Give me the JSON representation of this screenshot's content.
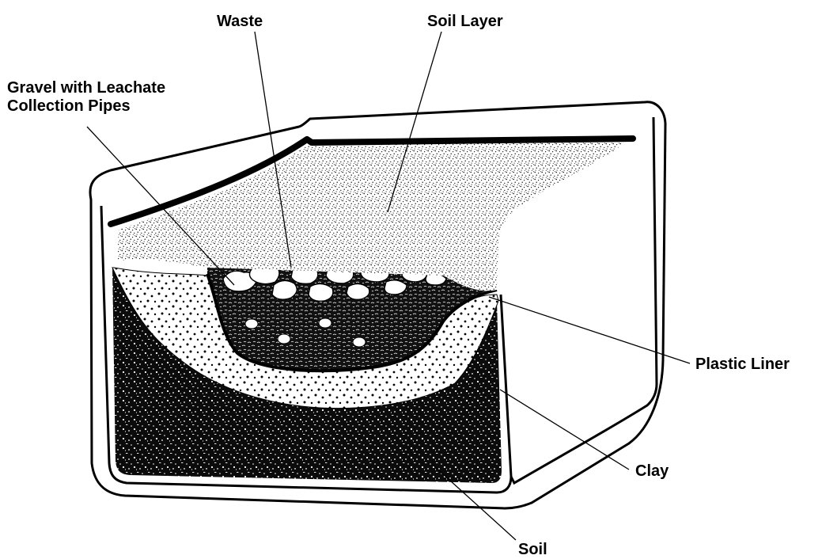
{
  "labels": {
    "waste": "Waste",
    "soil_layer": "Soil Layer",
    "gravel_line1": "Gravel with Leachate",
    "gravel_line2": "Collection Pipes",
    "plastic_liner": "Plastic Liner",
    "clay": "Clay",
    "soil": "Soil"
  },
  "colors": {
    "ink": "#000000",
    "paper": "#ffffff"
  }
}
